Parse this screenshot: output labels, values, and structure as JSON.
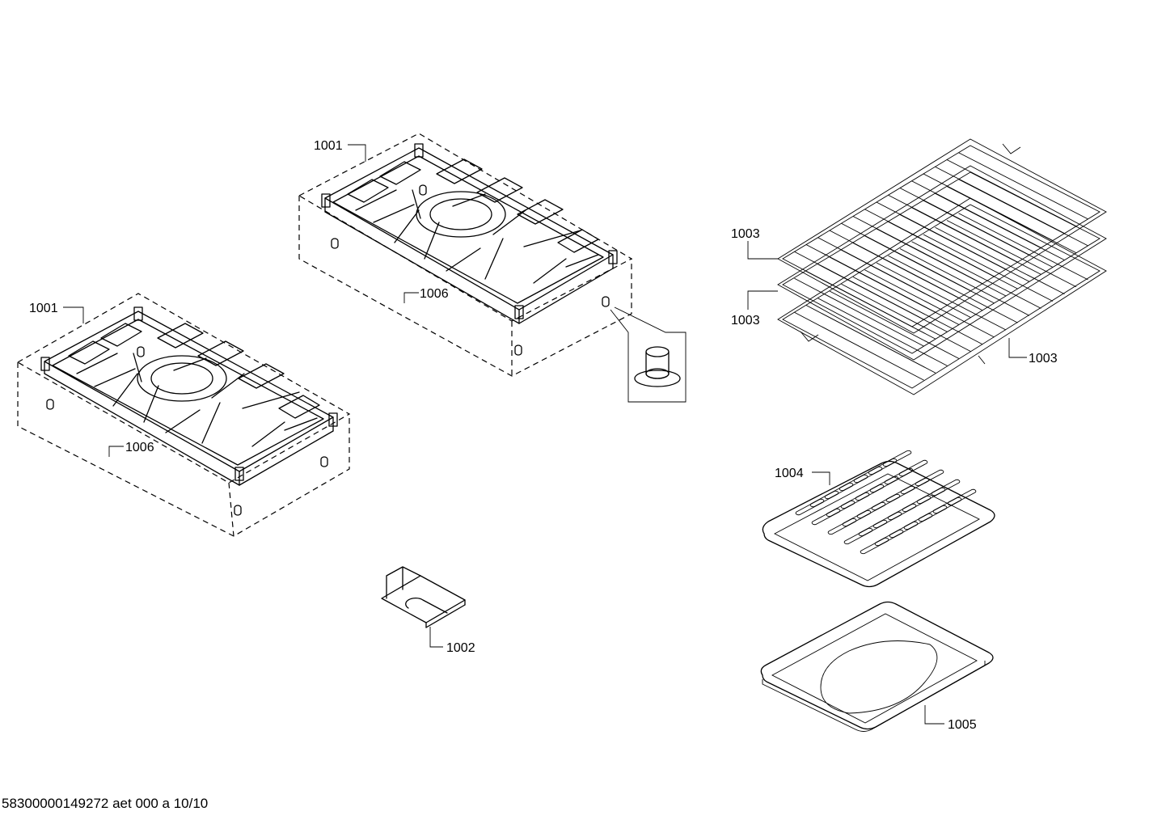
{
  "callouts": {
    "grate_left": "1001",
    "grate_right": "1001",
    "bracket": "1002",
    "rack_top": "1003",
    "rack_middle": "1003",
    "rack_bottom": "1003",
    "broil_grid": "1004",
    "broil_pan": "1005",
    "foot_left": "1006",
    "foot_right": "1006"
  },
  "footer": {
    "document_id": "58300000149272 aet 000 a 10/10"
  }
}
